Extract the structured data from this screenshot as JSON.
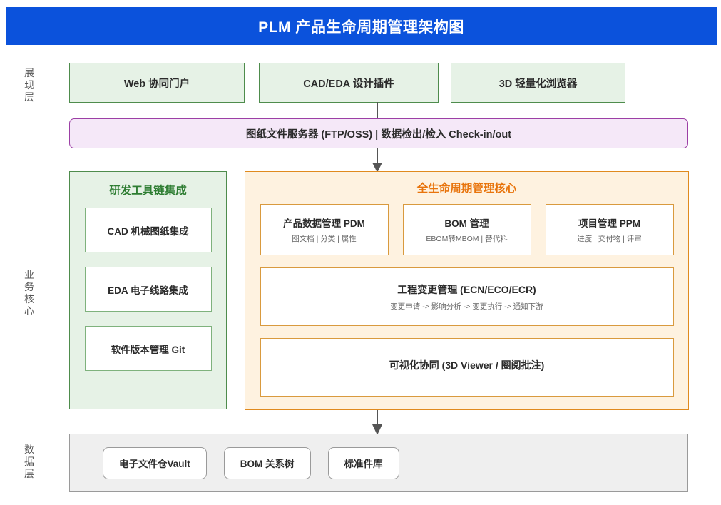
{
  "header": {
    "title": "PLM 产品生命周期管理架构图",
    "bg_color": "#0B52DC",
    "text_color": "#FFFFFF"
  },
  "layers": {
    "presentation_label": "展现层",
    "business_label": "业务核心",
    "data_label": "数据层"
  },
  "presentation": {
    "boxes": [
      {
        "label": "Web 协同门户"
      },
      {
        "label": "CAD/EDA 设计插件"
      },
      {
        "label": "3D 轻量化浏览器"
      }
    ],
    "fill_color": "#E6F2E6",
    "border_color": "#4E8C4C"
  },
  "file_server": {
    "label": "图纸文件服务器 (FTP/OSS) | 数据检出/检入 Check-in/out",
    "fill_color": "#F5E8F8",
    "border_color": "#9C3FA5"
  },
  "toolchain": {
    "title": "研发工具链集成",
    "title_color": "#2E7D32",
    "fill_color": "#E6F2E6",
    "border_color": "#4E8C4C",
    "items": [
      {
        "label": "CAD 机械图纸集成"
      },
      {
        "label": "EDA 电子线路集成"
      },
      {
        "label": "软件版本管理 Git"
      }
    ]
  },
  "core": {
    "title": "全生命周期管理核心",
    "title_color": "#E8740C",
    "fill_color": "#FEF2E0",
    "border_color": "#E08A1E",
    "cards": [
      {
        "title": "产品数据管理 PDM",
        "sub": "图文档 | 分类 | 属性"
      },
      {
        "title": "BOM 管理",
        "sub": "EBOM转MBOM | 替代料"
      },
      {
        "title": "项目管理 PPM",
        "sub": "进度 | 交付物 | 评审"
      }
    ],
    "wide_blocks": [
      {
        "title": "工程变更管理 (ECN/ECO/ECR)",
        "sub": "变更申请 -> 影响分析 -> 变更执行 -> 通知下游"
      },
      {
        "title": "可视化协同 (3D Viewer / 圈阅批注)",
        "sub": ""
      }
    ]
  },
  "data_layer": {
    "fill_color": "#EFEFEF",
    "border_color": "#9A9A9A",
    "pills": [
      {
        "label": "电子文件仓Vault"
      },
      {
        "label": "BOM 关系树"
      },
      {
        "label": "标准件库"
      }
    ]
  },
  "arrows": {
    "color": "#555555",
    "items": [
      {
        "name": "presentation-to-file-server"
      },
      {
        "name": "file-server-to-core"
      },
      {
        "name": "core-to-data-layer"
      }
    ]
  }
}
